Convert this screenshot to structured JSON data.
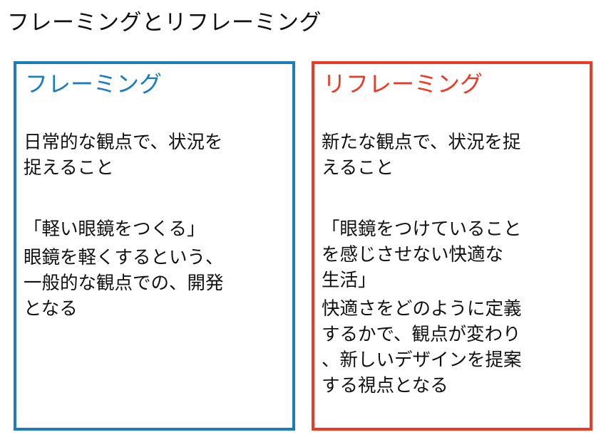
{
  "title": "フレーミングとリフレーミング",
  "left_panel": {
    "heading": "フレーミング",
    "color": "#1c7cc0",
    "definition": [
      "日常的な観点で、状況を",
      "捉えること"
    ],
    "example_quote": [
      "「軽い眼鏡をつくる」"
    ],
    "example_explanation": [
      "眼鏡を軽くするという、",
      "一般的な観点での、開発",
      "となる"
    ]
  },
  "right_panel": {
    "heading": "リフレーミング",
    "color": "#ee3a24",
    "definition": [
      "新たな観点で、状況を捉",
      "えること"
    ],
    "example_quote": [
      "「眼鏡をつけていること",
      "を感じさせない快適な",
      "生活」"
    ],
    "example_explanation": [
      "快適さをどのように定義",
      "するかで、観点が変わり",
      "、新しいデザインを提案",
      "する視点となる"
    ]
  }
}
